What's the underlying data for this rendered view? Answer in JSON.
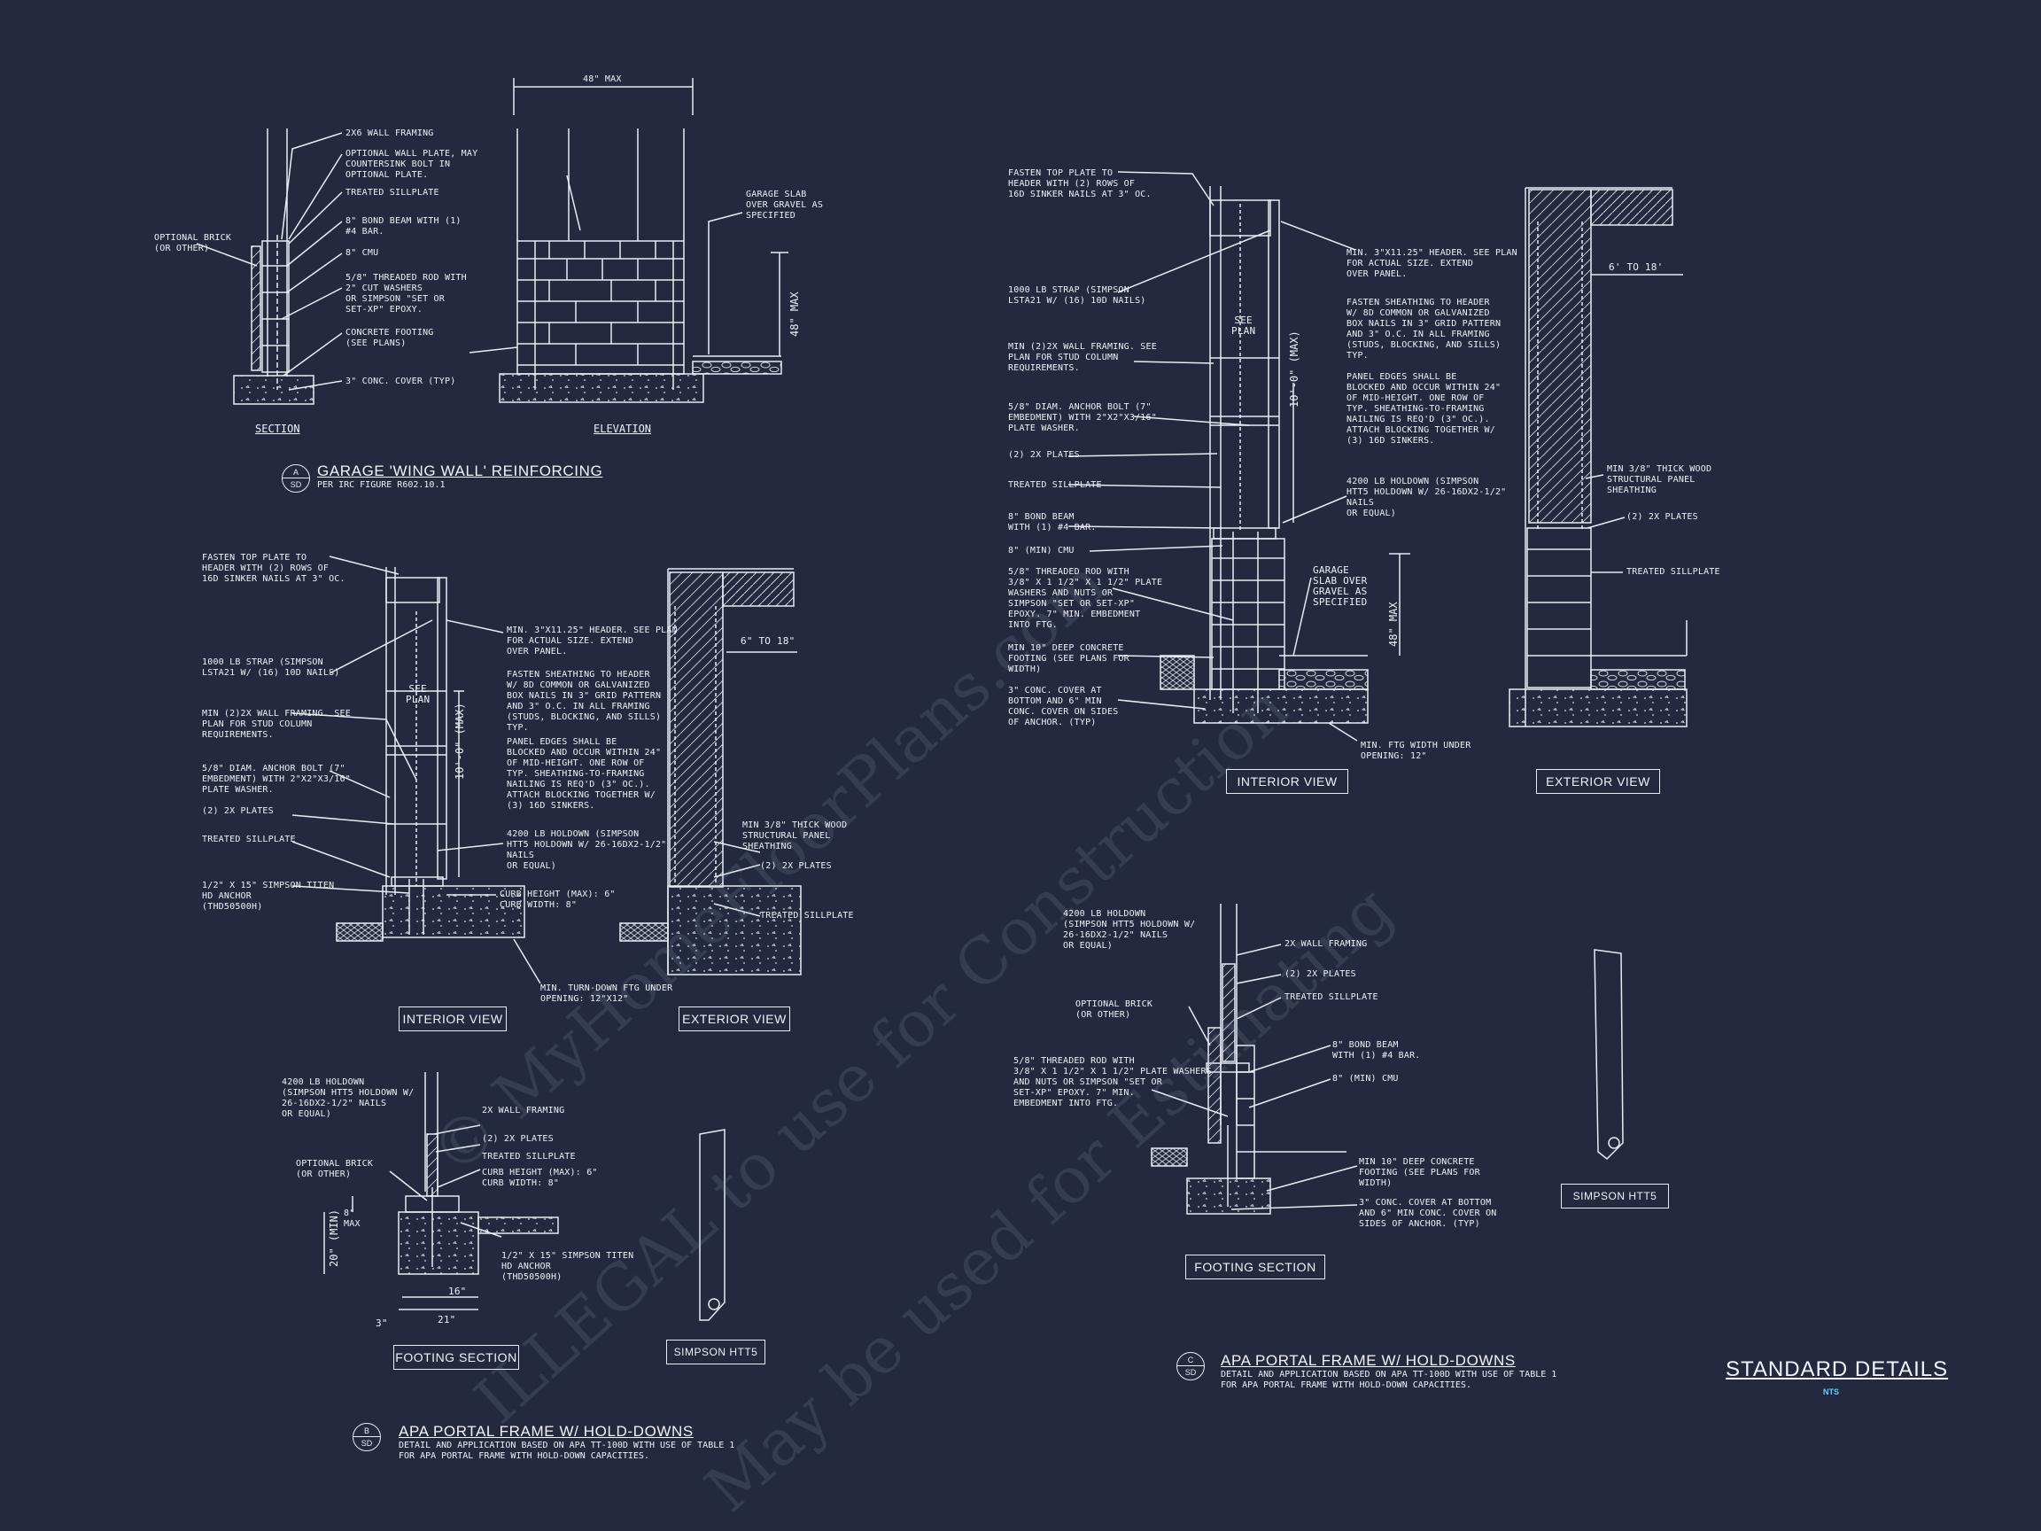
{
  "sheet": {
    "title": "STANDARD DETAILS",
    "scale": "NTS",
    "colors": {
      "background": "#232a3f",
      "linework": "#e8ecf4",
      "accent": "#5fd3ff",
      "watermark": "#8d97b3"
    }
  },
  "watermark": {
    "line1": "© MyHomeFloorPlans.com",
    "line2": "ILLEGAL to use for Construction",
    "line3": "May be used for Estimating"
  },
  "detail_a": {
    "bubble_top": "A",
    "bubble_bottom": "SD",
    "title": "GARAGE 'WING WALL' REINFORCING",
    "subtitle": "PER IRC FIGURE R602.10.1",
    "section_label": "SECTION",
    "elevation_label": "ELEVATION",
    "dim_top": "48\" MAX",
    "dim_side": "48\" MAX",
    "notes": {
      "wall_framing": "2x6 WALL FRAMING",
      "optional_plate": "OPTIONAL WALL PLATE, MAY\nCOUNTERSINK BOLT IN\nOPTIONAL PLATE.",
      "treated_sillplate": "TREATED SILLPLATE",
      "bond_beam": "8\" BOND BEAM WITH (1)\n#4 BAR.",
      "cmu": "8\" CMU",
      "threaded_rod": "5/8\" THREADED ROD WITH\n2\" CUT WASHERS\nOR SIMPSON \"SET OR\nSET-XP\" EPOXY.",
      "concrete_footing": "CONCRETE FOOTING\n(SEE PLANS)",
      "conc_cover": "3\" CONC. COVER (TYP)",
      "optional_brick": "OPTIONAL BRICK\n(OR OTHER)",
      "garage_slab": "GARAGE SLAB\nOVER GRAVEL AS\nSPECIFIED"
    }
  },
  "detail_b": {
    "bubble_top": "B",
    "bubble_bottom": "SD",
    "title": "APA PORTAL FRAME W/ HOLD-DOWNS",
    "subtitle_line1": "DETAIL AND APPLICATION BASED ON APA TT-100D WITH USE OF TABLE 1",
    "subtitle_line2": "FOR APA PORTAL FRAME WITH HOLD-DOWN CAPACITIES.",
    "interior_view": "INTERIOR VIEW",
    "exterior_view": "EXTERIOR VIEW",
    "footing_section": "FOOTING SECTION",
    "simpson_label": "SIMPSON HTT5",
    "see_plan": "SEE\nPLAN",
    "dim_height": "10'-0\" (MAX)",
    "dim_range": "6\" TO 18\"",
    "dim_20min": "20\" (MIN)",
    "dim_8max": "8\"\nMAX",
    "dim_16": "16\"",
    "dim_21": "21\"",
    "dim_3": "3\"",
    "notes": {
      "fasten_top": "FASTEN TOP PLATE TO\nHEADER WITH (2) ROWS OF\n16d SINKER NAILS AT 3\" OC.",
      "strap": "1000 LB STRAP (SIMPSON\nLSTA21 W/ (16) 10d NAILS)",
      "min_framing": "MIN (2)2X WALL FRAMING. SEE\nPLAN FOR STUD COLUMN\nREQUIREMENTS.",
      "anchor_bolt": "5/8\" DIAM. ANCHOR BOLT (7\"\nEMBEDMENT) WITH 2\"x2\"x3/16\"\nPLATE WASHER.",
      "plates": "(2) 2x PLATES",
      "treated_sillplate": "TREATED SILLPLATE",
      "titen": "1/2\" x 15\" SIMPSON TITEN\nHD ANCHOR\n(THD50500H)",
      "header": "MIN. 3\"x11.25\" HEADER. SEE PLAN\nFOR ACTUAL SIZE. EXTEND\nOVER PANEL.",
      "sheathing": "FASTEN SHEATHING TO HEADER\nW/ 8d COMMON OR GALVANIZED\nBOX NAILS IN 3\" GRID PATTERN\nAND 3\" O.C. IN ALL FRAMING\n(STUDS, BLOCKING, AND SILLS)\nTYP.",
      "panel_edges": "PANEL EDGES SHALL BE\nBLOCKED AND OCCUR WITHIN 24\"\nOF MID-HEIGHT. ONE ROW OF\nTYP. SHEATHING-TO-FRAMING\nNAILING IS REQ'D (3\" OC.).\nATTACH BLOCKING TOGETHER W/\n(3) 16d SINKERS.",
      "holdown": "4200 LB HOLDOWN (SIMPSON\nHTT5 HOLDOWN W/ 26-16dx2-1/2\"\nNAILS\nOR EQUAL)",
      "curb": "CURB HEIGHT (MAX): 6\"\nCURB WIDTH: 8\"",
      "turn_down": "MIN. TURN-DOWN FTG UNDER\nOPENING: 12\"x12\"",
      "panel_sheathing": "MIN 3/8\" THICK WOOD\nSTRUCTURAL PANEL\nSHEATHING",
      "fs_holdown": "4200 LB HOLDOWN\n(SIMPSON HTT5 HOLDOWN W/\n26-16dx2-1/2\" NAILS\nOR EQUAL)",
      "fs_framing": "2X WALL FRAMING",
      "fs_plates": "(2) 2x PLATES",
      "fs_sill": "TREATED SILLPLATE",
      "fs_curb": "CURB HEIGHT (MAX): 6\"\nCURB WIDTH: 8\"",
      "fs_brick": "OPTIONAL BRICK\n(OR OTHER)",
      "fs_titen": "1/2\" x 15\" SIMPSON TITEN\nHD ANCHOR\n(THD50500H)"
    }
  },
  "detail_c": {
    "bubble_top": "C",
    "bubble_bottom": "SD",
    "title": "APA PORTAL FRAME W/ HOLD-DOWNS",
    "subtitle_line1": "DETAIL AND APPLICATION BASED ON APA TT-100D WITH USE OF TABLE 1",
    "subtitle_line2": "FOR APA PORTAL FRAME WITH HOLD-DOWN CAPACITIES.",
    "interior_view": "INTERIOR VIEW",
    "exterior_view": "EXTERIOR VIEW",
    "footing_section": "FOOTING SECTION",
    "simpson_label": "SIMPSON HTT5",
    "see_plan": "SEE\nPLAN",
    "dim_height": "10'-0\" (MAX)",
    "dim_range": "6' TO 18'",
    "dim_48": "48\" MAX",
    "notes": {
      "fasten_top": "FASTEN TOP PLATE TO\nHEADER WITH (2) ROWS OF\n16d SINKER NAILS AT 3\" OC.",
      "strap": "1000 LB STRAP (SIMPSON\nLSTA21 W/ (16) 10d NAILS)",
      "min_framing": "MIN (2)2X WALL FRAMING. SEE\nPLAN FOR STUD COLUMN\nREQUIREMENTS.",
      "anchor_bolt": "5/8\" DIAM. ANCHOR BOLT (7\"\nEMBEDMENT) WITH 2\"x2\"x3/16\"\nPLATE WASHER.",
      "plates": "(2) 2x PLATES",
      "treated_sillplate": "TREATED SILLPLATE",
      "bond_beam": "8\" BOND BEAM\nWITH (1) #4 BAR.",
      "cmu": "8\" (MIN) CMU",
      "threaded_rod": "5/8\" THREADED ROD WITH\n3/8\" x 1 1/2\" x 1 1/2\" PLATE\nWASHERS AND NUTS OR\nSIMPSON \"SET OR SET-XP\"\nEPOXY. 7\" MIN. EMBEDMENT\nINTO FTG.",
      "deep_footing": "MIN 10\" DEEP CONCRETE\nFOOTING (SEE PLANS FOR\nWIDTH)",
      "conc_cover": "3\" CONC. COVER AT\nBOTTOM AND 6\" MIN\nCONC. COVER ON SIDES\nOF ANCHOR. (TYP)",
      "ftg_width": "MIN. FTG WIDTH UNDER\nOPENING: 12\"",
      "header": "MIN. 3\"x11.25\" HEADER. SEE PLAN\nFOR ACTUAL SIZE. EXTEND\nOVER PANEL.",
      "sheathing": "FASTEN SHEATHING TO HEADER\nW/ 8d COMMON OR GALVANIZED\nBOX NAILS IN 3\" GRID PATTERN\nAND 3\" O.C. IN ALL FRAMING\n(STUDS, BLOCKING, AND SILLS)\nTYP.",
      "panel_edges": "PANEL EDGES SHALL BE\nBLOCKED AND OCCUR WITHIN 24\"\nOF MID-HEIGHT. ONE ROW OF\nTYP. SHEATHING-TO-FRAMING\nNAILING IS REQ'D (3\" OC.).\nATTACH BLOCKING TOGETHER W/\n(3) 16d SINKERS.",
      "holdown": "4200 LB HOLDOWN (SIMPSON\nHTT5 HOLDOWN W/ 26-16dx2-1/2\"\nNAILS\nOR EQUAL)",
      "garage_slab": "GARAGE\nSLAB OVER\nGRAVEL AS\nSPECIFIED",
      "panel_sheathing": "MIN 3/8\" THICK WOOD\nSTRUCTURAL PANEL\nSHEATHING",
      "fs_holdown": "4200 LB HOLDOWN\n(SIMPSON HTT5 HOLDOWN W/\n26-16dx2-1/2\" NAILS\nOR EQUAL)",
      "fs_framing": "2X WALL FRAMING",
      "fs_plates": "(2) 2x PLATES",
      "fs_sill": "TREATED SILLPLATE",
      "fs_brick": "OPTIONAL BRICK\n(OR OTHER)",
      "fs_bond": "8\" BOND BEAM\nWITH (1) #4 BAR.",
      "fs_cmu": "8\" (MIN) CMU",
      "fs_rod": "5/8\" THREADED ROD WITH\n3/8\" x 1 1/2\" x 1 1/2\" PLATE WASHERS\nAND NUTS OR SIMPSON \"SET OR\nSET-XP\" EPOXY. 7\" MIN.\nEMBEDMENT INTO FTG.",
      "fs_footing": "MIN 10\" DEEP CONCRETE\nFOOTING (SEE PLANS FOR\nWIDTH)",
      "fs_cover": "3\" CONC. COVER AT BOTTOM\nAND 6\" MIN CONC. COVER ON\nSIDES OF ANCHOR. (TYP)"
    }
  }
}
